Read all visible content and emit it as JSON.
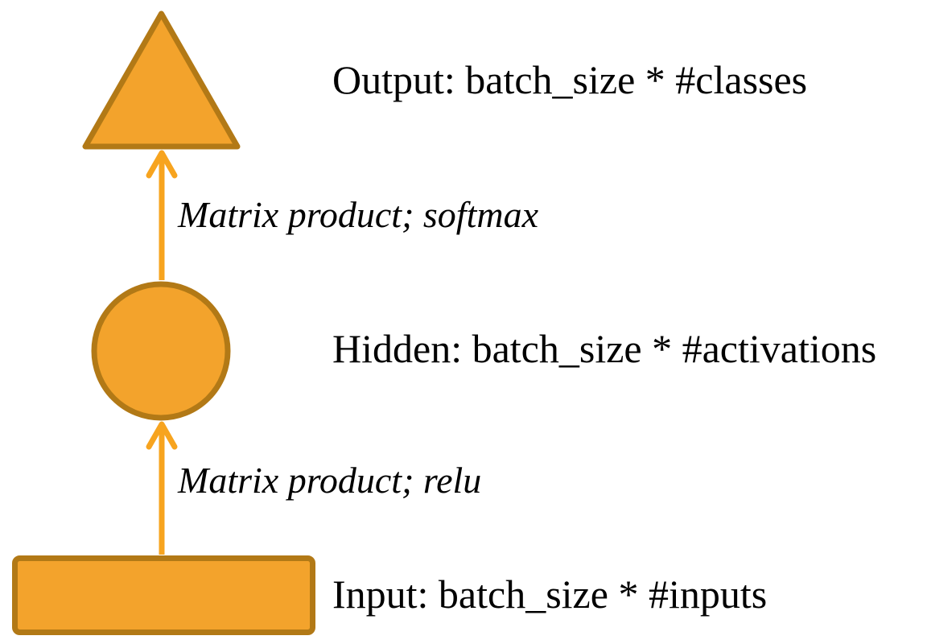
{
  "colors": {
    "page_bg": "#ffffff",
    "shape_fill": "#F3A32C",
    "shape_stroke": "#B27916",
    "arrow": "#F7A41F",
    "text": "#000000"
  },
  "diagram": {
    "nodes": [
      {
        "id": "output",
        "shape": "triangle",
        "label": "Output: batch_size * #classes"
      },
      {
        "id": "hidden",
        "shape": "circle",
        "label": "Hidden: batch_size * #activations"
      },
      {
        "id": "input",
        "shape": "rectangle",
        "label": "Input: batch_size * #inputs"
      }
    ],
    "edges": [
      {
        "from": "hidden",
        "to": "output",
        "label": "Matrix product; softmax"
      },
      {
        "from": "input",
        "to": "hidden",
        "label": "Matrix product; relu"
      }
    ]
  }
}
